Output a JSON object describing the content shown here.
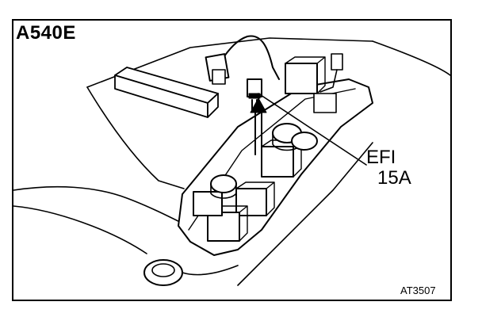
{
  "figure": {
    "model_label": "A540E",
    "callout_line1": "EFI",
    "callout_line2": "15A",
    "figure_code": "AT3507"
  }
}
